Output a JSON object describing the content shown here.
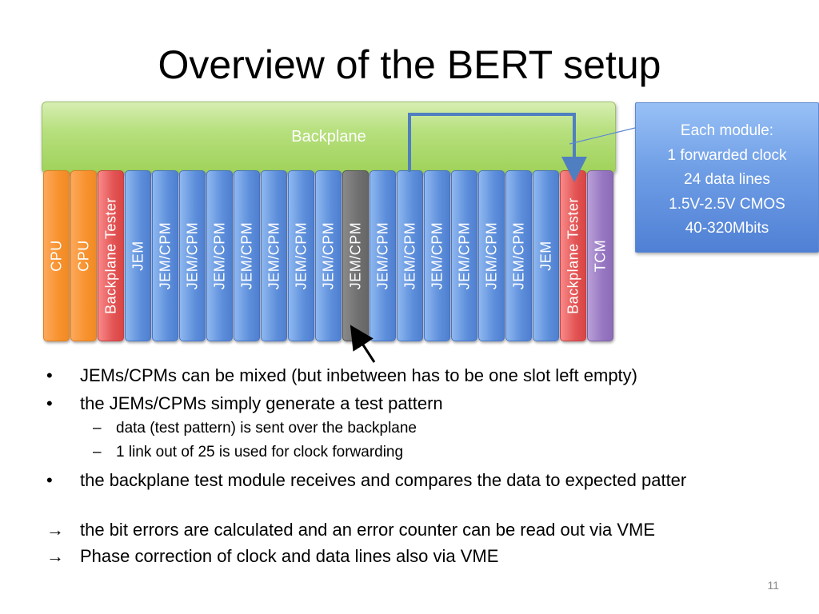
{
  "slide": {
    "title": "Overview of the BERT setup",
    "page_number": "11"
  },
  "diagram": {
    "backplane_label": "Backplane",
    "slots": [
      {
        "label": "CPU",
        "color": "orange"
      },
      {
        "label": "CPU",
        "color": "orange"
      },
      {
        "label": "Backplane Tester",
        "color": "red"
      },
      {
        "label": "JEM",
        "color": "blue"
      },
      {
        "label": "JEM/CPM",
        "color": "blue"
      },
      {
        "label": "JEM/CPM",
        "color": "blue"
      },
      {
        "label": "JEM/CPM",
        "color": "blue"
      },
      {
        "label": "JEM/CPM",
        "color": "blue"
      },
      {
        "label": "JEM/CPM",
        "color": "blue"
      },
      {
        "label": "JEM/CPM",
        "color": "blue"
      },
      {
        "label": "JEM/CPM",
        "color": "blue"
      },
      {
        "label": "JEM/CPM",
        "color": "gray"
      },
      {
        "label": "JEM/CPM",
        "color": "blue"
      },
      {
        "label": "JEM/CPM",
        "color": "blue"
      },
      {
        "label": "JEM/CPM",
        "color": "blue"
      },
      {
        "label": "JEM/CPM",
        "color": "blue"
      },
      {
        "label": "JEM/CPM",
        "color": "blue"
      },
      {
        "label": "JEM/CPM",
        "color": "blue"
      },
      {
        "label": "JEM",
        "color": "blue"
      },
      {
        "label": "Backplane Tester",
        "color": "red"
      },
      {
        "label": "TCM",
        "color": "purple"
      }
    ],
    "callout_lines": [
      "Each module:",
      "1 forwarded clock",
      "24 data lines",
      "1.5V-2.5V CMOS",
      "40-320Mbits"
    ],
    "colors": {
      "backplane": "#9fd25a",
      "cpu": "#f7922e",
      "tester": "#e35454",
      "module": "#5e8fdb",
      "empty_slot": "#707070",
      "tcm": "#9777c2",
      "callout": "#6f9ee6",
      "signal_path": "#4f7fc0"
    }
  },
  "bullets": [
    {
      "level": 1,
      "marker": "•",
      "text": "JEMs/CPMs can be mixed (but inbetween has to be one slot left empty)"
    },
    {
      "level": 1,
      "marker": "•",
      "text": "the JEMs/CPMs simply generate a test pattern"
    },
    {
      "level": 2,
      "marker": "–",
      "text": "data (test pattern) is sent over the backplane"
    },
    {
      "level": 2,
      "marker": "–",
      "text": "1 link out of 25 is used for clock forwarding"
    },
    {
      "level": 1,
      "marker": "•",
      "text": "the backplane test module receives and compares the data to expected patter"
    },
    {
      "level": 1,
      "marker": "→",
      "text": "the bit errors are calculated and an error counter can be read out via VME"
    },
    {
      "level": 1,
      "marker": "→",
      "text": "Phase correction of clock and data lines also via VME"
    }
  ]
}
